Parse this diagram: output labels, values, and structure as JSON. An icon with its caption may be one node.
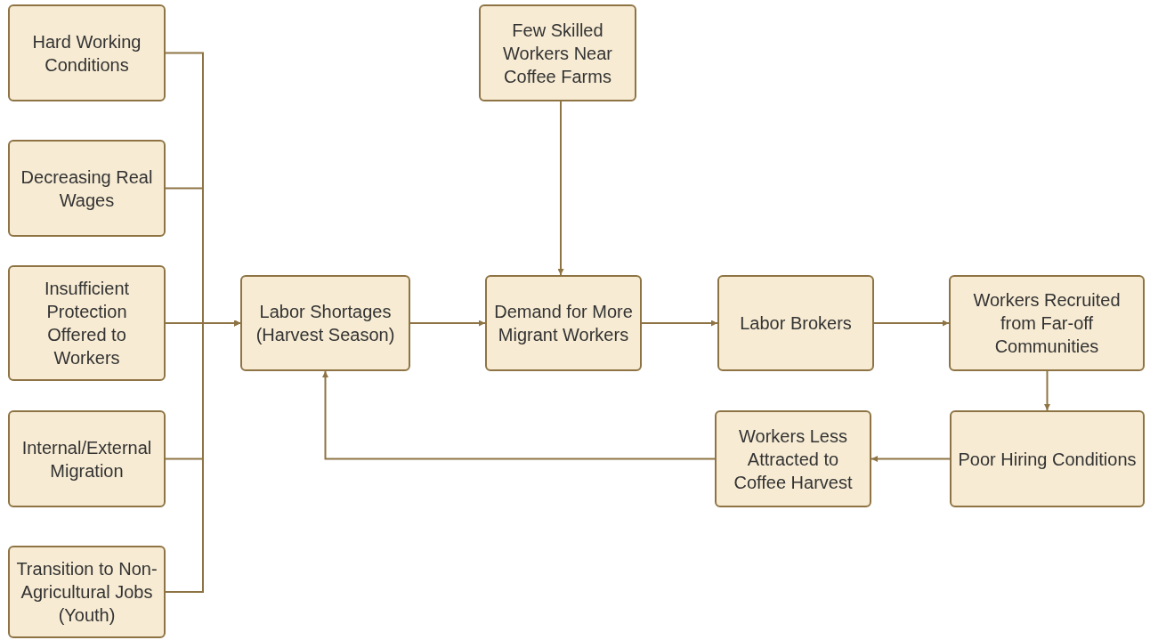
{
  "diagram": {
    "nodes": [
      {
        "text": [
          "Hard Working Conditions"
        ]
      },
      {
        "text": [
          "Decreasing Real Wages"
        ]
      },
      {
        "text": [
          "Insufficient Protection Offered to Workers"
        ]
      },
      {
        "text": [
          "Internal/External Migration"
        ]
      },
      {
        "text": [
          "Transition to Non-Agricultural Jobs (Youth)"
        ]
      },
      {
        "text": [
          "Labor Shortages (Harvest Season)"
        ]
      },
      {
        "text": [
          "Few Skilled Workers Near Coffee Farms"
        ]
      },
      {
        "text": [
          "Demand for More Migrant Workers"
        ]
      },
      {
        "text": [
          "Labor Brokers"
        ]
      },
      {
        "text": [
          "Workers Recruited from Far-off Communities"
        ]
      },
      {
        "text": [
          "Poor Hiring Conditions"
        ]
      },
      {
        "text": [
          "Workers Less Attracted to Coffee Harvest"
        ]
      }
    ],
    "edges": [
      {
        "from": 0,
        "to": 5,
        "arrow": "to"
      },
      {
        "from": 1,
        "to": 5,
        "arrow": "to"
      },
      {
        "from": 2,
        "to": 5,
        "arrow": "to"
      },
      {
        "from": 3,
        "to": 5,
        "arrow": "to"
      },
      {
        "from": 4,
        "to": 5,
        "arrow": "to"
      },
      {
        "from": 5,
        "to": 7,
        "arrow": "to"
      },
      {
        "from": 6,
        "to": 7,
        "arrow": "to"
      },
      {
        "from": 7,
        "to": 8,
        "arrow": "to"
      },
      {
        "from": 8,
        "to": 9,
        "arrow": "to"
      },
      {
        "from": 9,
        "to": 10,
        "arrow": "to"
      },
      {
        "from": 10,
        "to": 11,
        "arrow": "to"
      },
      {
        "from": 11,
        "to": 5,
        "arrow": "to"
      }
    ]
  }
}
